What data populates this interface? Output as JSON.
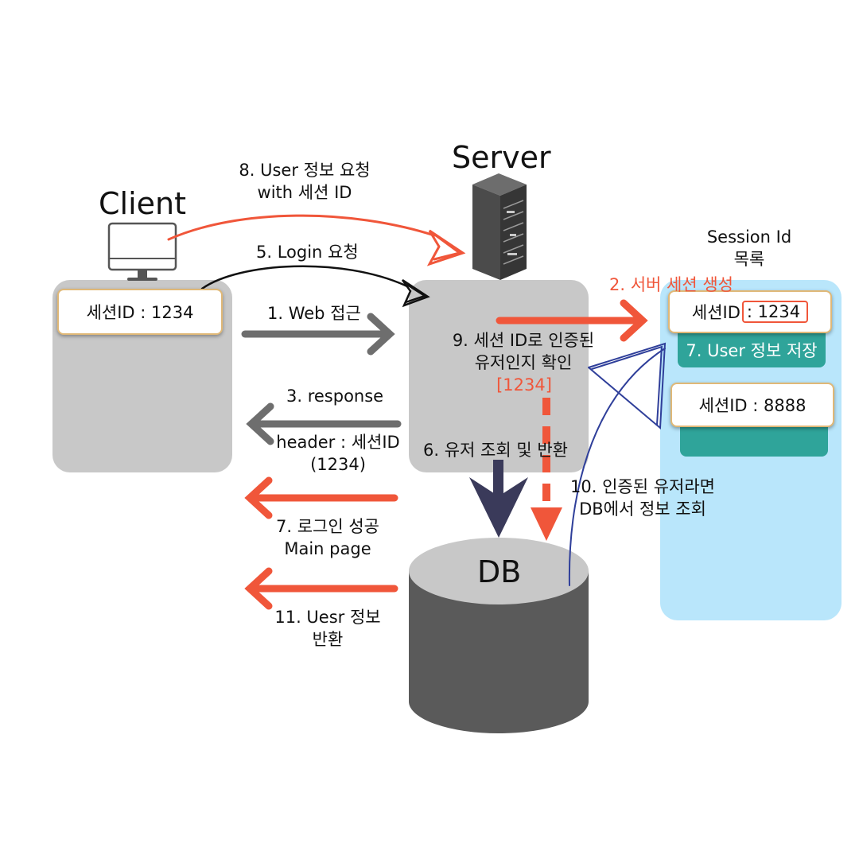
{
  "client": {
    "title": "Client",
    "session_box": "세션ID : 1234"
  },
  "server": {
    "title": "Server",
    "check_text": "9. 세션 ID로 인증된\n유저인지 확인",
    "check_value": "[1234]"
  },
  "db": {
    "title": "DB"
  },
  "session_store": {
    "title": "Session Id\n목록",
    "entry1_prefix": "세션ID",
    "entry1_value": ": 1234",
    "entry1_note": "7. User 정보 저장",
    "entry2": "세션ID : 8888"
  },
  "steps": {
    "s1": "1. Web 접근",
    "s2": "2. 서버 세션 생성",
    "s3": "3. response",
    "s3_header": "header : 세션ID\n(1234)",
    "s5": "5. Login 요청",
    "s6": "6. 유저 조회 및 반환",
    "s7": "7. 로그인 성공\nMain page",
    "s8": "8. User 정보 요청\nwith 세션  ID",
    "s10": "10. 인증된 유저라면\nDB에서 정보 조회",
    "s11": "11. Uesr 정보\n반환"
  },
  "colors": {
    "accent_red": "#f0563a",
    "arrow_gray": "#6e6e6e",
    "panel_gray": "#c8c8c8",
    "session_bg": "#b9e6fb",
    "teal": "#2fa49a",
    "db_dark": "#5a5a5a",
    "db_top": "#c8c8c8",
    "navy": "#3a3a5a",
    "blue_sketch": "#2f3f9a"
  },
  "icons": {
    "client": "monitor-icon",
    "server": "server-rack-icon"
  }
}
